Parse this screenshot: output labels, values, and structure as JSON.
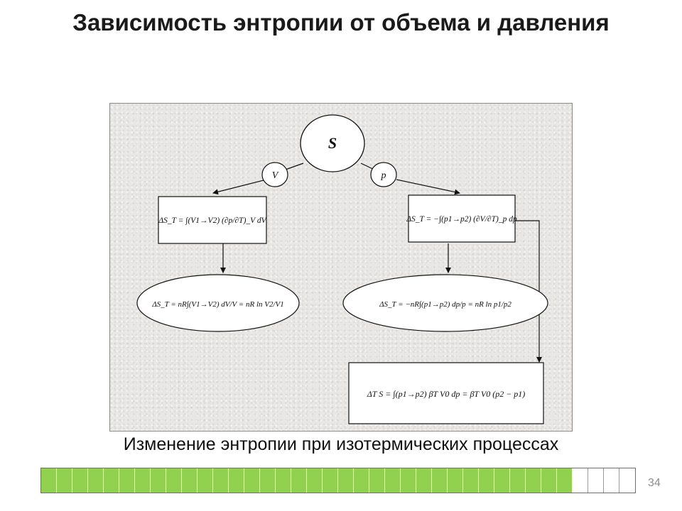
{
  "title": "Зависимость энтропии от объема и давления",
  "diagram": {
    "root": "S",
    "left_branch": "V",
    "right_branch": "p",
    "left_box": "ΔS_T = ∫(V1→V2) (∂p/∂T)_V dV",
    "right_box": "ΔS_T = −∫(p1→p2) (∂V/∂T)_p dp",
    "left_ellipse": "ΔS_T = nR∫(V1→V2) dV/V = nR ln V2/V1",
    "right_ellipse": "ΔS_T = −nR∫(p1→p2) dp/p = nR ln p1/p2",
    "bottom_box": "ΔT S = ∫(p1→p2) βT V0 dp = βT V0 (p2 − p1)"
  },
  "caption": "Изменение энтропии при изотермических процессах",
  "progress": {
    "filled": 34,
    "total": 38
  },
  "page_number": "34",
  "colors": {
    "progress_fill": "#92d050",
    "figure_bg": "#e9e7e4"
  }
}
